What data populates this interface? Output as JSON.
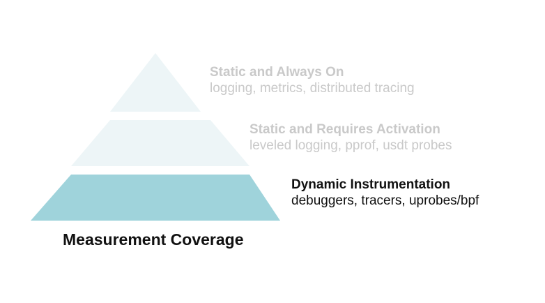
{
  "pyramid": {
    "tiers": [
      {
        "title": "Static and Always On",
        "subtitle": "logging, metrics, distributed tracing",
        "fill": "#edf5f7",
        "text_color": "#c9c9c9"
      },
      {
        "title": "Static and Requires Activation",
        "subtitle": "leveled logging, pprof, usdt probes",
        "fill": "#edf5f7",
        "text_color": "#c9c9c9"
      },
      {
        "title": "Dynamic Instrumentation",
        "subtitle": "debuggers, tracers, uprobes/bpf",
        "fill": "#9fd3db",
        "text_color": "#111111"
      }
    ]
  },
  "axis_label": "Measurement Coverage"
}
